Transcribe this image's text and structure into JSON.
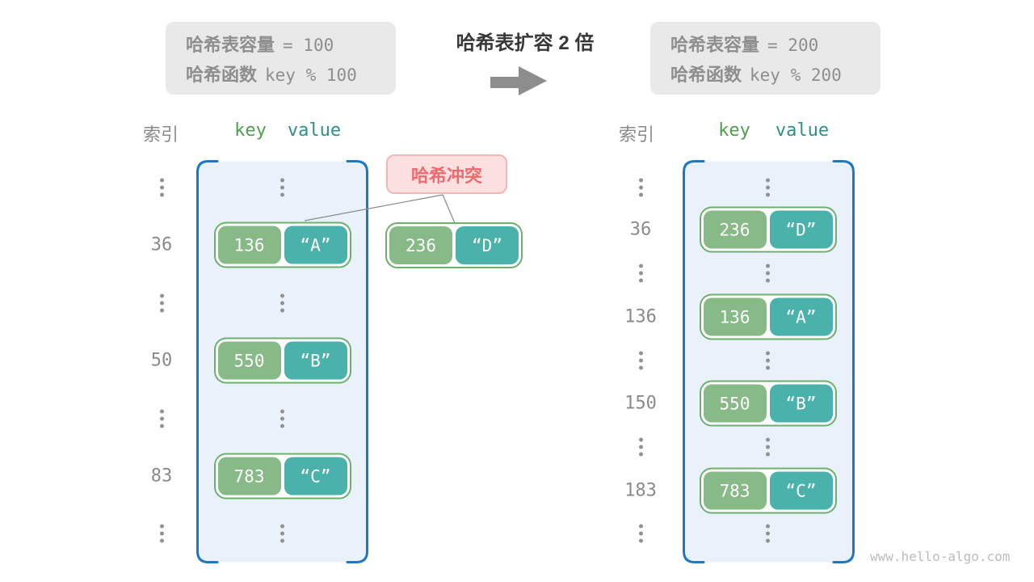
{
  "header": {
    "title": "哈希表扩容 2 倍",
    "left_box": {
      "line1_label": "哈希表容量",
      "line1_code": "= 100",
      "line2_label": "哈希函数",
      "line2_code": "key % 100"
    },
    "right_box": {
      "line1_label": "哈希表容量",
      "line1_code": "= 200",
      "line2_label": "哈希函数",
      "line2_code": "key % 200"
    }
  },
  "left_table": {
    "index_header": "索引",
    "key_header": "key",
    "value_header": "value",
    "rows": [
      {
        "kind": "dots"
      },
      {
        "kind": "entry",
        "index": "36",
        "key": "136",
        "value": "“A”"
      },
      {
        "kind": "dots"
      },
      {
        "kind": "entry",
        "index": "50",
        "key": "550",
        "value": "“B”"
      },
      {
        "kind": "dots"
      },
      {
        "kind": "entry",
        "index": "83",
        "key": "783",
        "value": "“C”"
      },
      {
        "kind": "dots"
      }
    ]
  },
  "right_table": {
    "index_header": "索引",
    "key_header": "key",
    "value_header": "value",
    "rows": [
      {
        "kind": "dots"
      },
      {
        "kind": "entry",
        "index": "36",
        "key": "236",
        "value": "“D”"
      },
      {
        "kind": "dots"
      },
      {
        "kind": "entry",
        "index": "136",
        "key": "136",
        "value": "“A”"
      },
      {
        "kind": "dots"
      },
      {
        "kind": "entry",
        "index": "150",
        "key": "550",
        "value": "“B”"
      },
      {
        "kind": "dots"
      },
      {
        "kind": "entry",
        "index": "183",
        "key": "783",
        "value": "“C”"
      },
      {
        "kind": "dots"
      }
    ]
  },
  "collision": {
    "label": "哈希冲突",
    "key": "236",
    "value": "“D”"
  },
  "watermark": "www.hello-algo.com",
  "colors": {
    "container_border": "#1d77c2",
    "container_fill": "#e9f2fa",
    "pair_border": "#6cb06c",
    "key_cell_green": "#87ba86",
    "value_cell_teal": "#4bb2ab",
    "key_header_green": "#4f9e4f",
    "value_header_teal": "#2f8f87",
    "collision_text": "#ec6b6e",
    "collision_fill": "#fcdfdf",
    "collision_border": "#f5b5b8",
    "info_box_fill": "#e9e9e9",
    "info_text_gray": "#8e8e8e",
    "title_text": "#383838",
    "arrow_gray": "#8d8d8d"
  }
}
